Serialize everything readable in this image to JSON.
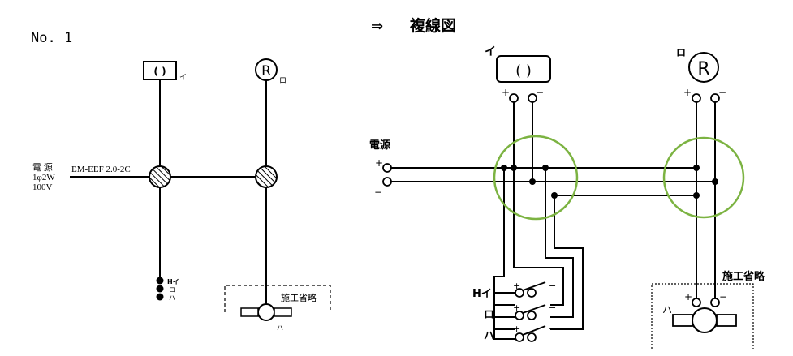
{
  "single_line": {
    "title": "No. 1",
    "source_label": "電 源",
    "source_spec": "1φ2W",
    "source_voltage": "100V",
    "cable_label": "EM-EEF 2.0-2C",
    "lamp_i_symbol": "( )",
    "lamp_i_mark": "イ",
    "lamp_ro_symbol": "R",
    "lamp_ro_mark": "ロ",
    "switch_labels": [
      "Hイ",
      "ロ",
      "ハ"
    ],
    "omitted_label": "施工省略",
    "receptacle_mark": "ハ"
  },
  "multi_line": {
    "arrow": "⇒",
    "title": "複線図",
    "lamp_i_mark": "イ",
    "lamp_i_symbol": "(   )",
    "lamp_ro_mark": "ロ",
    "lamp_ro_symbol": "R",
    "source_label": "電源",
    "plus": "+",
    "minus": "−",
    "switch_labels": [
      "Hイ",
      "ロ",
      "ハ"
    ],
    "omitted_label": "施工省略",
    "receptacle_mark": "ハ"
  },
  "colors": {
    "line": "#000000",
    "junction_circle": "#7cb342"
  }
}
